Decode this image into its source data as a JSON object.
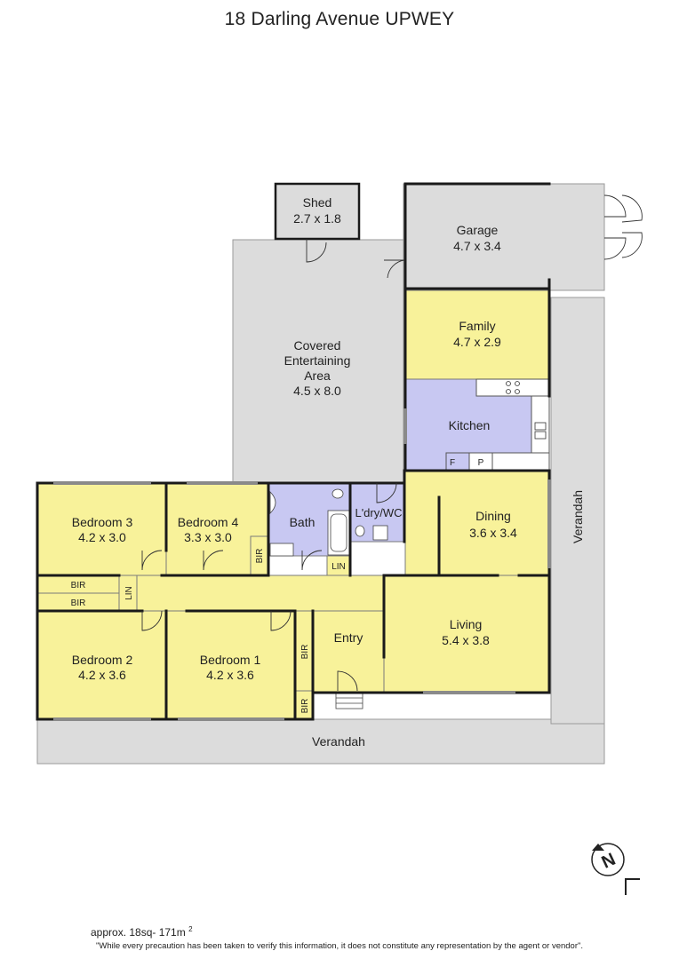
{
  "title": "18 Darling Avenue UPWEY",
  "rooms": {
    "shed": {
      "name": "Shed",
      "dims": "2.7 x 1.8"
    },
    "garage": {
      "name": "Garage",
      "dims": "4.7 x 3.4"
    },
    "family": {
      "name": "Family",
      "dims": "4.7 x 2.9"
    },
    "covered": {
      "name_lines": [
        "Covered",
        "Entertaining",
        "Area"
      ],
      "dims": "4.5 x 8.0"
    },
    "kitchen": {
      "name": "Kitchen",
      "fridge": "F",
      "pantry": "P"
    },
    "bedroom3": {
      "name": "Bedroom 3",
      "dims": "4.2 x 3.0"
    },
    "bedroom4": {
      "name": "Bedroom 4",
      "dims": "3.3 x 3.0"
    },
    "bath": {
      "name": "Bath"
    },
    "laundry": {
      "name": "L'dry/WC"
    },
    "dining": {
      "name": "Dining",
      "dims": "3.6 x 3.4"
    },
    "bedroom2": {
      "name": "Bedroom 2",
      "dims": "4.2 x 3.6"
    },
    "bedroom1": {
      "name": "Bedroom 1",
      "dims": "4.2 x 3.6"
    },
    "entry": {
      "name": "Entry"
    },
    "living": {
      "name": "Living",
      "dims": "5.4 x 3.8"
    },
    "verandah_bottom": {
      "name": "Verandah"
    },
    "verandah_right": {
      "name": "Verandah"
    }
  },
  "storage": {
    "bir": "BIR",
    "lin": "LIN"
  },
  "compass": {
    "letter": "N"
  },
  "area": {
    "text": "approx. 18sq- 171m",
    "sup": "2"
  },
  "disclaimer": "\"While every precaution has been taken to verify this information, it does not constitute any representation by the agent or vendor\".",
  "colors": {
    "room": "#F8F29A",
    "wet": "#C8C8F2",
    "outdoor": "#DCDCDC",
    "wall": "#1a1a1a"
  }
}
